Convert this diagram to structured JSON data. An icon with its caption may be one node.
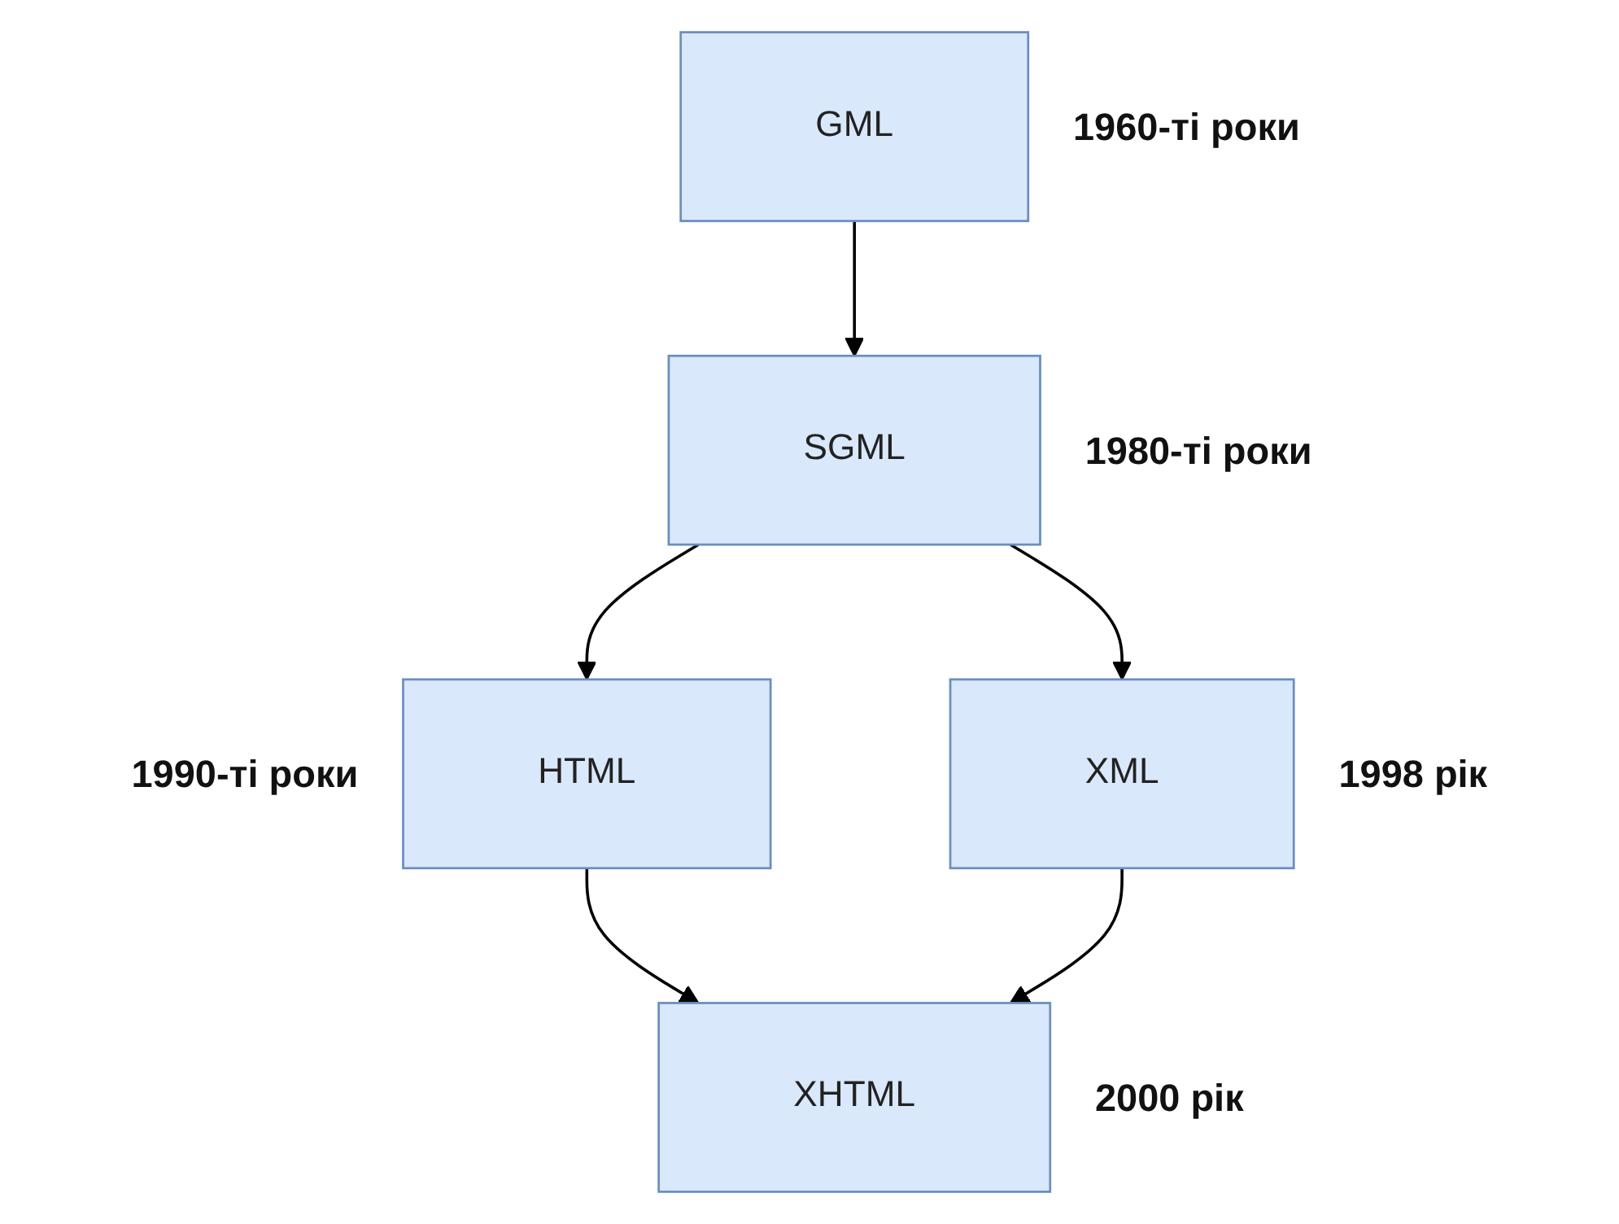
{
  "diagram": {
    "nodes": [
      {
        "text": [
          "GML"
        ],
        "beside": [
          "1960-ті роки"
        ]
      },
      {
        "text": [
          "SGML"
        ],
        "beside": [
          "1980-ті роки"
        ]
      },
      {
        "text": [
          "HTML"
        ],
        "beside": [
          "1990-ті роки"
        ]
      },
      {
        "text": [
          "XML"
        ],
        "beside": [
          "1998 рік"
        ]
      },
      {
        "text": [
          "XHTML"
        ],
        "beside": [
          "2000 рік"
        ]
      }
    ],
    "edges": [
      {
        "from": 0,
        "to": 1,
        "arrow": "to"
      },
      {
        "from": 1,
        "to": 2,
        "arrow": "to"
      },
      {
        "from": 1,
        "to": 3,
        "arrow": "to"
      },
      {
        "from": 2,
        "to": 4,
        "arrow": "to"
      },
      {
        "from": 3,
        "to": 4,
        "arrow": "to"
      }
    ]
  }
}
